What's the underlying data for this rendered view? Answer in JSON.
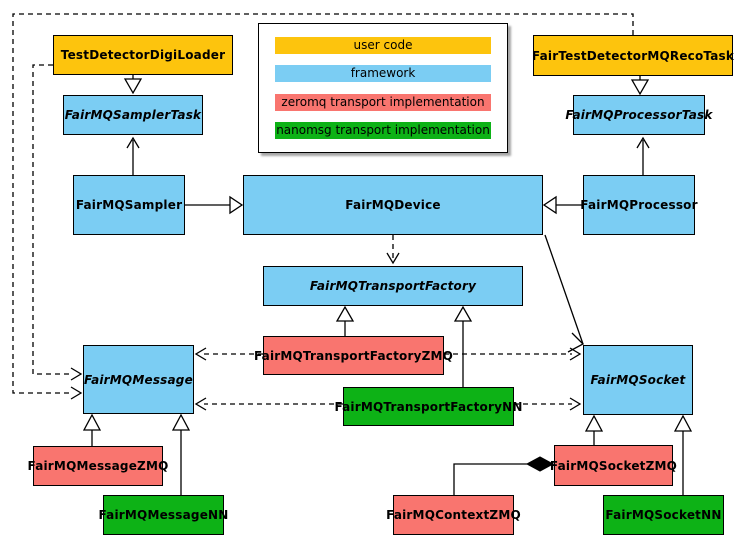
{
  "colors": {
    "user_code": "#FDC40D",
    "framework": "#7BCDF3",
    "zeromq": "#F9756F",
    "nanomsg": "#0DB216"
  },
  "legend": {
    "items": [
      {
        "label": "user code",
        "category": "user_code"
      },
      {
        "label": "framework",
        "category": "framework"
      },
      {
        "label": "zeromq transport implementation",
        "category": "zeromq"
      },
      {
        "label": "nanomsg transport implementation",
        "category": "nanomsg"
      }
    ]
  },
  "nodes": {
    "testDetectorDigiLoader": {
      "label": "TestDetectorDigiLoader",
      "category": "user_code",
      "abstract": false
    },
    "fairTestDetectorMQRecoTask": {
      "label": "FairTestDetectorMQRecoTask",
      "category": "user_code",
      "abstract": false
    },
    "fairMQSamplerTask": {
      "label": "FairMQSamplerTask",
      "category": "framework",
      "abstract": true
    },
    "fairMQProcessorTask": {
      "label": "FairMQProcessorTask",
      "category": "framework",
      "abstract": true
    },
    "fairMQSampler": {
      "label": "FairMQSampler",
      "category": "framework",
      "abstract": false
    },
    "fairMQDevice": {
      "label": "FairMQDevice",
      "category": "framework",
      "abstract": false
    },
    "fairMQProcessor": {
      "label": "FairMQProcessor",
      "category": "framework",
      "abstract": false
    },
    "fairMQTransportFactory": {
      "label": "FairMQTransportFactory",
      "category": "framework",
      "abstract": true
    },
    "fairMQMessage": {
      "label": "FairMQMessage",
      "category": "framework",
      "abstract": true
    },
    "fairMQSocket": {
      "label": "FairMQSocket",
      "category": "framework",
      "abstract": true
    },
    "fairMQTransportFactoryZMQ": {
      "label": "FairMQTransportFactoryZMQ",
      "category": "zeromq",
      "abstract": false
    },
    "fairMQTransportFactoryNN": {
      "label": "FairMQTransportFactoryNN",
      "category": "nanomsg",
      "abstract": false
    },
    "fairMQMessageZMQ": {
      "label": "FairMQMessageZMQ",
      "category": "zeromq",
      "abstract": false
    },
    "fairMQMessageNN": {
      "label": "FairMQMessageNN",
      "category": "nanomsg",
      "abstract": false
    },
    "fairMQContextZMQ": {
      "label": "FairMQContextZMQ",
      "category": "zeromq",
      "abstract": false
    },
    "fairMQSocketZMQ": {
      "label": "FairMQSocketZMQ",
      "category": "zeromq",
      "abstract": false
    },
    "fairMQSocketNN": {
      "label": "FairMQSocketNN",
      "category": "nanomsg",
      "abstract": false
    }
  },
  "relationships": [
    {
      "from": "TestDetectorDigiLoader",
      "to": "FairMQSamplerTask",
      "type": "inheritance"
    },
    {
      "from": "FairTestDetectorMQRecoTask",
      "to": "FairMQProcessorTask",
      "type": "inheritance"
    },
    {
      "from": "FairMQSampler",
      "to": "FairMQDevice",
      "type": "inheritance"
    },
    {
      "from": "FairMQProcessor",
      "to": "FairMQDevice",
      "type": "inheritance"
    },
    {
      "from": "FairMQSampler",
      "to": "FairMQSamplerTask",
      "type": "association"
    },
    {
      "from": "FairMQProcessor",
      "to": "FairMQProcessorTask",
      "type": "association"
    },
    {
      "from": "FairMQDevice",
      "to": "FairMQTransportFactory",
      "type": "dependency"
    },
    {
      "from": "FairMQDevice",
      "to": "FairMQSocket",
      "type": "association"
    },
    {
      "from": "TestDetectorDigiLoader",
      "to": "FairMQMessage",
      "type": "dependency"
    },
    {
      "from": "FairTestDetectorMQRecoTask",
      "to": "FairMQMessage",
      "type": "dependency"
    },
    {
      "from": "FairMQTransportFactoryZMQ",
      "to": "FairMQTransportFactory",
      "type": "inheritance"
    },
    {
      "from": "FairMQTransportFactoryNN",
      "to": "FairMQTransportFactory",
      "type": "inheritance"
    },
    {
      "from": "FairMQTransportFactoryZMQ",
      "to": "FairMQMessage",
      "type": "dependency"
    },
    {
      "from": "FairMQTransportFactoryZMQ",
      "to": "FairMQSocket",
      "type": "dependency"
    },
    {
      "from": "FairMQTransportFactoryNN",
      "to": "FairMQMessage",
      "type": "dependency"
    },
    {
      "from": "FairMQTransportFactoryNN",
      "to": "FairMQSocket",
      "type": "dependency"
    },
    {
      "from": "FairMQMessageZMQ",
      "to": "FairMQMessage",
      "type": "inheritance"
    },
    {
      "from": "FairMQMessageNN",
      "to": "FairMQMessage",
      "type": "inheritance"
    },
    {
      "from": "FairMQSocketZMQ",
      "to": "FairMQSocket",
      "type": "inheritance"
    },
    {
      "from": "FairMQSocketNN",
      "to": "FairMQSocket",
      "type": "inheritance"
    },
    {
      "from": "FairMQSocketZMQ",
      "to": "FairMQContextZMQ",
      "type": "composition"
    }
  ]
}
